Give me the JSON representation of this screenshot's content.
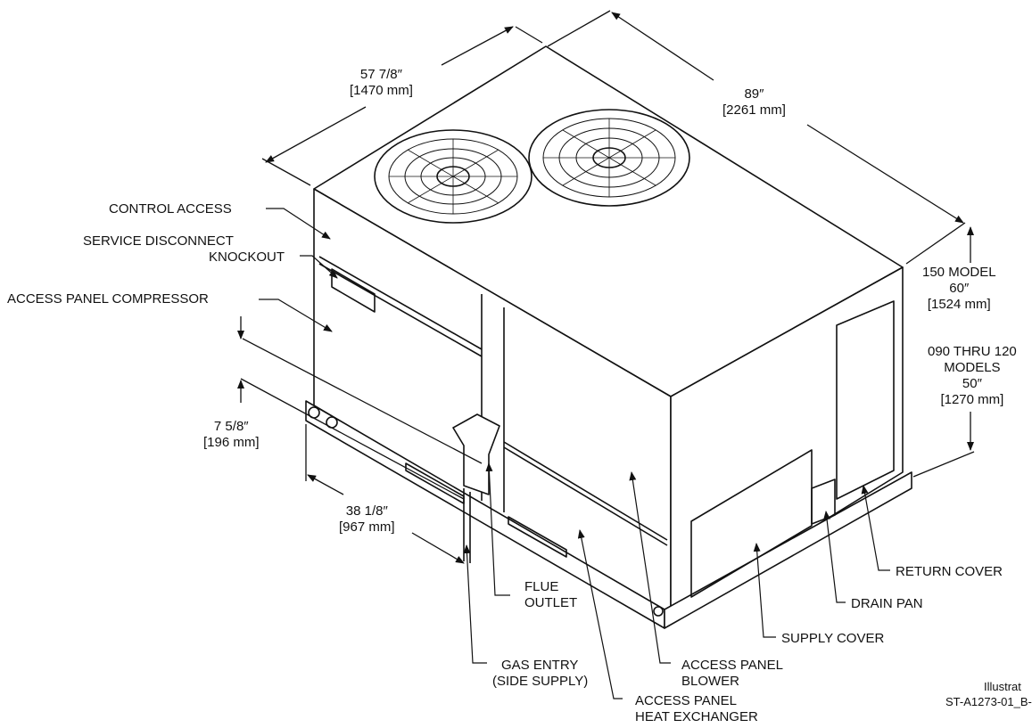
{
  "labels": {
    "control_access": "CONTROL ACCESS",
    "service_disconnect_line1": "SERVICE DISCONNECT",
    "service_disconnect_line2": "KNOCKOUT",
    "access_panel_compressor": "ACCESS PANEL COMPRESSOR",
    "flue_outlet_line1": "FLUE",
    "flue_outlet_line2": "OUTLET",
    "gas_entry_line1": "GAS ENTRY",
    "gas_entry_line2": "(SIDE SUPPLY)",
    "access_panel_blower_line1": "ACCESS PANEL",
    "access_panel_blower_line2": "BLOWER",
    "access_panel_heat_exchanger_line1": "ACCESS PANEL",
    "access_panel_heat_exchanger_line2": "HEAT EXCHANGER",
    "supply_cover": "SUPPLY COVER",
    "drain_pan": "DRAIN PAN",
    "return_cover": "RETURN COVER"
  },
  "dimensions": {
    "depth_in": "57 7/8″",
    "depth_mm": "[1470 mm]",
    "width_in": "89″",
    "width_mm": "[2261 mm]",
    "height_150_model": "150 MODEL",
    "height_150_in": "60″",
    "height_150_mm": "[1524 mm]",
    "height_090_models_line1": "090 THRU 120",
    "height_090_models_line2": "MODELS",
    "height_090_in": "50″",
    "height_090_mm": "[1270 mm]",
    "base_height_in": "7 5/8″",
    "base_height_mm": "[196 mm]",
    "offset_in": "38 1/8″",
    "offset_mm": "[967 mm]"
  },
  "illustration": {
    "line1": "Illustrat",
    "line2": "ST-A1273-01_B-"
  }
}
